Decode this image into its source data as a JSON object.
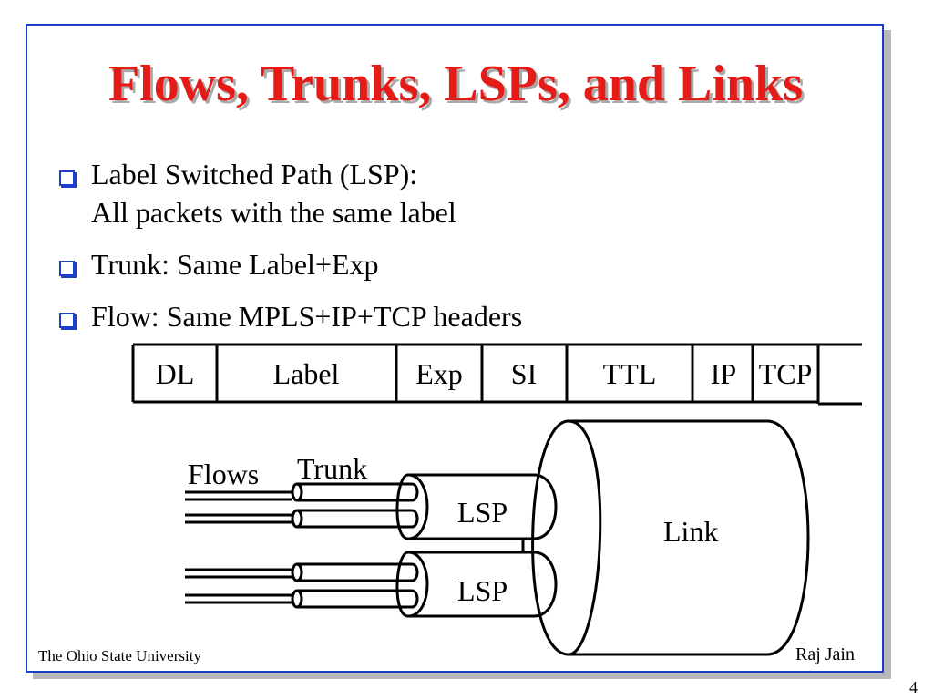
{
  "title": "Flows, Trunks, LSPs, and Links",
  "bullets": [
    {
      "line1": "Label Switched Path (LSP):",
      "line2": "All packets with the same label"
    },
    {
      "line1": "Trunk: Same Label+Exp"
    },
    {
      "line1": "Flow: Same MPLS+IP+TCP headers"
    }
  ],
  "header_fields": [
    "DL",
    "Label",
    "Exp",
    "SI",
    "TTL",
    "IP",
    "TCP"
  ],
  "diagram": {
    "flows_label": "Flows",
    "trunk_label": "Trunk",
    "lsp1_label": "LSP",
    "lsp2_label": "LSP",
    "link_label": "Link"
  },
  "footer": {
    "institution": "The Ohio State University",
    "author": "Raj Jain"
  },
  "page_number": "4",
  "colors": {
    "title": "#e41b17",
    "frame": "#1c3fc8",
    "bullet_box": "#1c3fc8",
    "shadow": "#b9b9b9"
  }
}
